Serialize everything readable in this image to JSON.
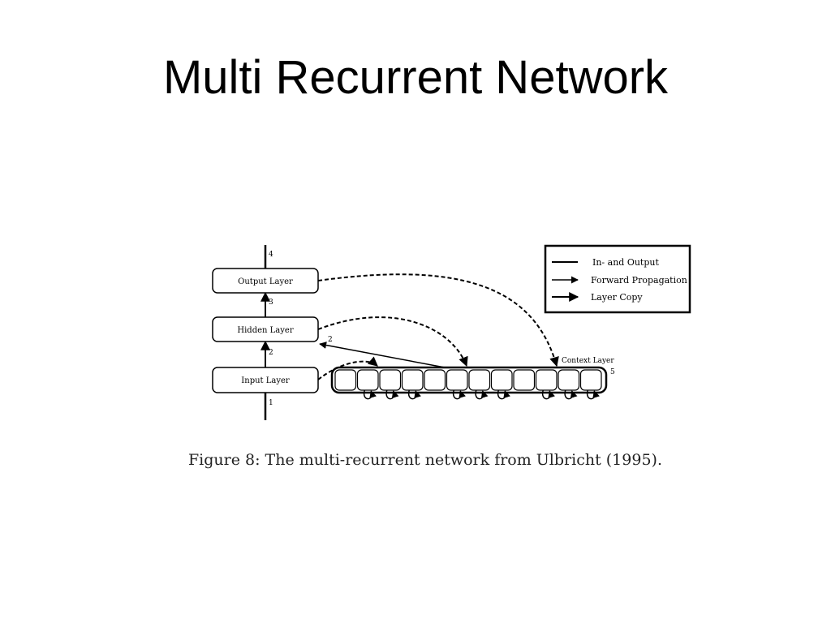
{
  "slide": {
    "title": "Multi Recurrent Network"
  },
  "diagram": {
    "layers": {
      "output": "Output Layer",
      "hidden": "Hidden Layer",
      "input": "Input Layer",
      "context": "Context Layer"
    },
    "numbers": {
      "n1": "1",
      "n2_input": "2",
      "n2_hidden": "2",
      "n3": "3",
      "n4": "4",
      "n5": "5"
    },
    "legend": {
      "in_out": "In- and Output",
      "forward": "Forward Propagation",
      "copy": "Layer Copy"
    },
    "context_units": 12
  },
  "caption": "Figure 8: The multi-recurrent network from Ulbricht (1995)."
}
